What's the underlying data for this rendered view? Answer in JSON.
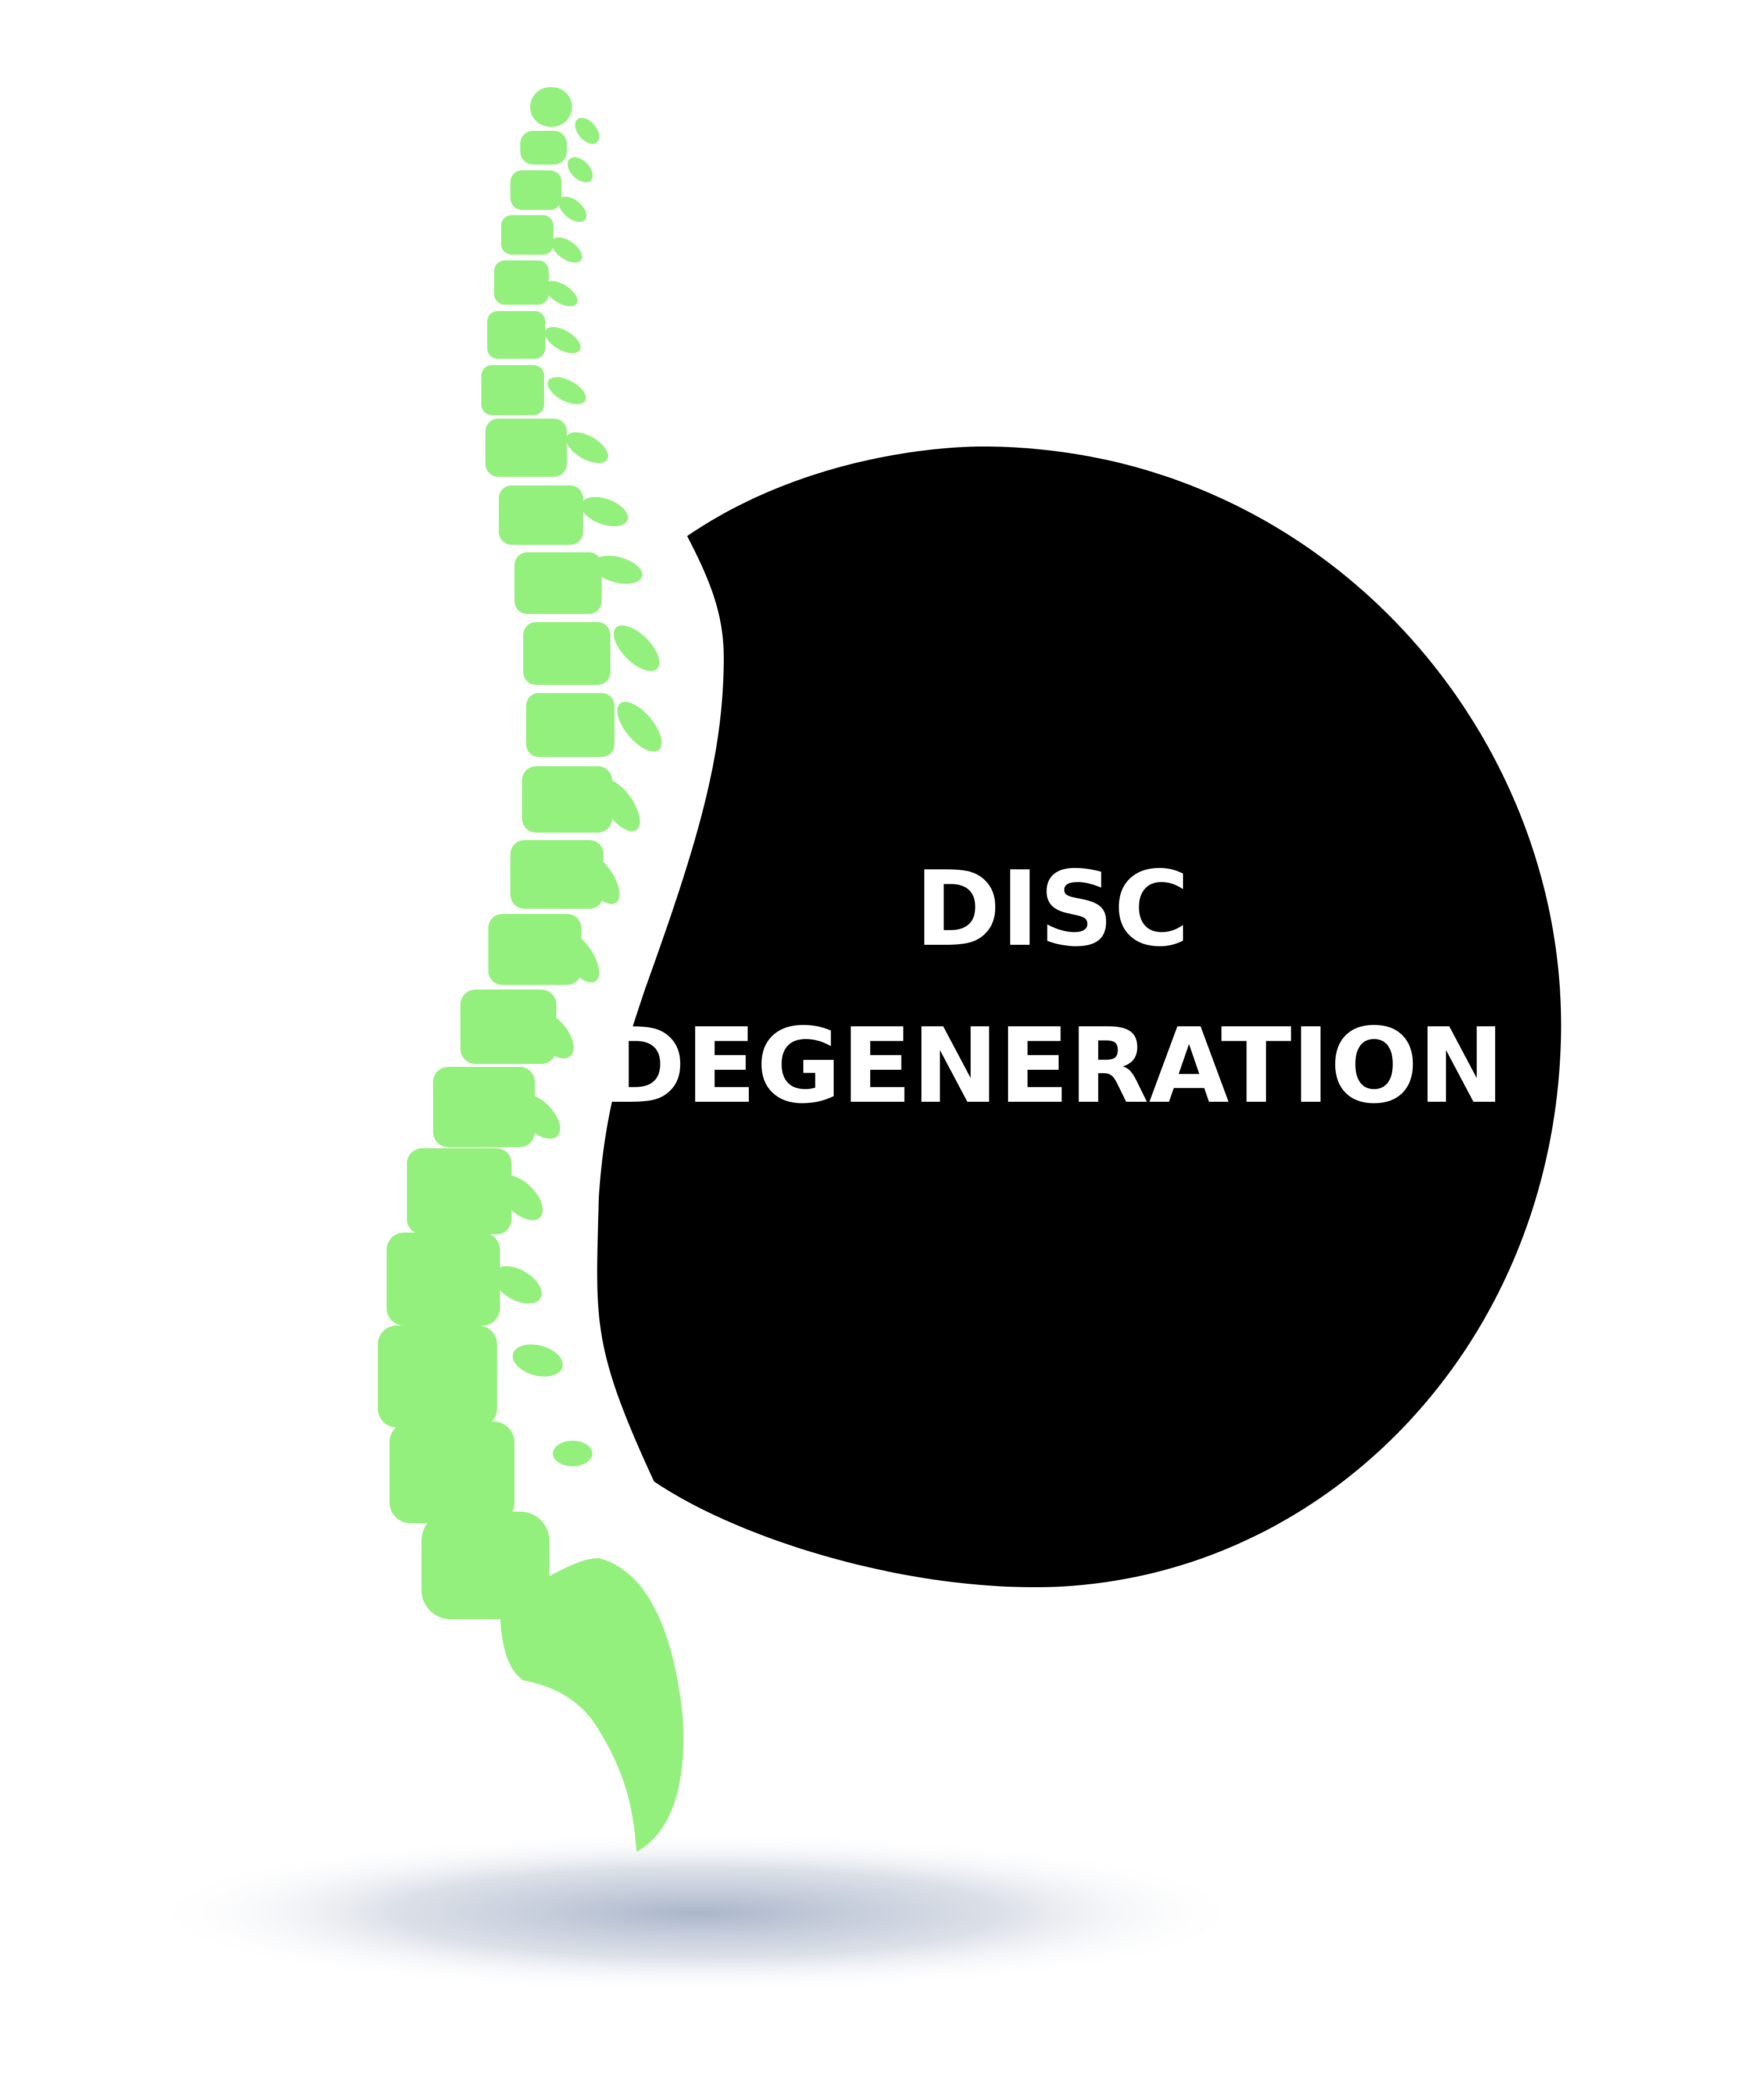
{
  "title": {
    "line1": "DISC",
    "line2": "DEGENERATION"
  },
  "colors": {
    "background": "#ffffff",
    "spine": "#94f07c",
    "disc_shape": "#000000",
    "title_text": "#ffffff",
    "shadow": "#a9b6cc"
  },
  "icons": {
    "spine": "spine-illustration",
    "disc": "disc-shape"
  }
}
